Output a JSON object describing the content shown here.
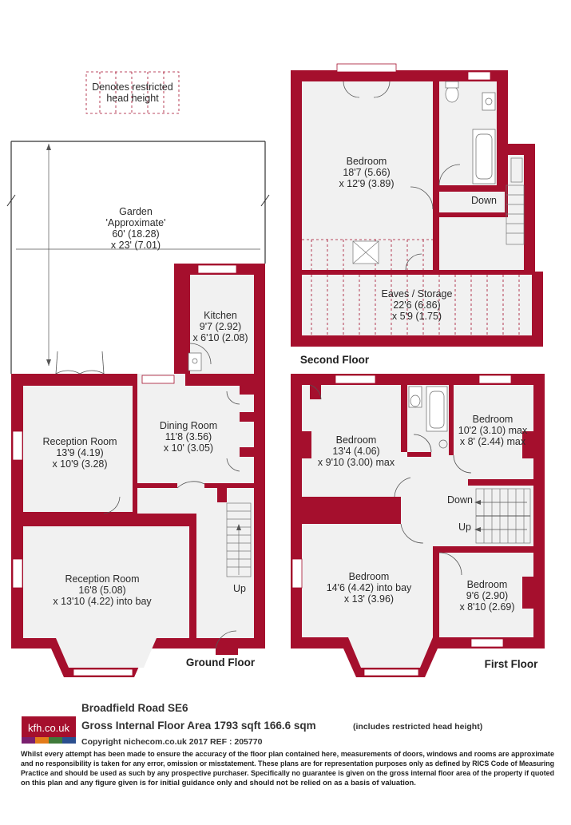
{
  "legend": {
    "restricted_line1": "Denotes restricted",
    "restricted_line2": "head height"
  },
  "ground_floor": {
    "floor_label": "Ground Floor",
    "garden": {
      "name": "Garden",
      "qualifier": "'Approximate'",
      "dim1": "60' (18.28)",
      "dim2": "x 23' (7.01)"
    },
    "kitchen": {
      "name": "Kitchen",
      "dim1": "9'7 (2.92)",
      "dim2": "x 6'10 (2.08)"
    },
    "dining_room": {
      "name": "Dining Room",
      "dim1": "11'8 (3.56)",
      "dim2": "x 10' (3.05)"
    },
    "reception_room_1": {
      "name": "Reception Room",
      "dim1": "13'9 (4.19)",
      "dim2": "x 10'9 (3.28)"
    },
    "reception_room_2": {
      "name": "Reception Room",
      "dim1": "16'8 (5.08)",
      "dim2": "x 13'10 (4.22) into bay"
    },
    "stairs_label": "Up"
  },
  "second_floor": {
    "floor_label": "Second Floor",
    "bedroom": {
      "name": "Bedroom",
      "dim1": "18'7 (5.66)",
      "dim2": "x 12'9 (3.89)"
    },
    "eaves": {
      "name": "Eaves / Storage",
      "dim1": "22'6 (6.86)",
      "dim2": "x 5'9 (1.75)"
    },
    "stairs_label": "Down"
  },
  "first_floor": {
    "floor_label": "First Floor",
    "bedroom_left": {
      "name": "Bedroom",
      "dim1": "13'4 (4.06)",
      "dim2": "x 9'10 (3.00) max"
    },
    "bedroom_right": {
      "name": "Bedroom",
      "dim1": "10'2 (3.10) max",
      "dim2": "x 8' (2.44) max"
    },
    "bedroom_front": {
      "name": "Bedroom",
      "dim1": "14'6 (4.42) into bay",
      "dim2": "x 13' (3.96)"
    },
    "bedroom_small": {
      "name": "Bedroom",
      "dim1": "9'6 (2.90)",
      "dim2": "x 8'10 (2.69)"
    },
    "stairs_down": "Down",
    "stairs_up": "Up"
  },
  "footer": {
    "logo_text": "kfh.co.uk",
    "address": "Broadfield Road  SE6",
    "area_main": "Gross Internal Floor Area 1793 sqft 166.6 sqm",
    "area_note": "(includes restricted head height)",
    "copyright": "Copyright nichecom.co.uk 2017 REF : 205770",
    "disclaimer_lines": [
      "Whilst every attempt has been made to ensure the accuracy of the floor plan contained here, measurements of doors, windows and rooms are approximate",
      "and no responsibility is taken for any error, omission or misstatement.  These plans are for representation purposes only as defined by RICS Code of Measuring",
      "Practice and should be used as such by any prospective purchaser.  Specifically no guarantee is given on the gross internal floor area of the property if quoted",
      "on this plan and any figure given is for initial guidance only and should not be relied on as a basis of valuation."
    ]
  },
  "colors": {
    "wall": "#a50f2d",
    "room_fill": "#f1f1f1",
    "logo_bg": "#a50f2d"
  }
}
